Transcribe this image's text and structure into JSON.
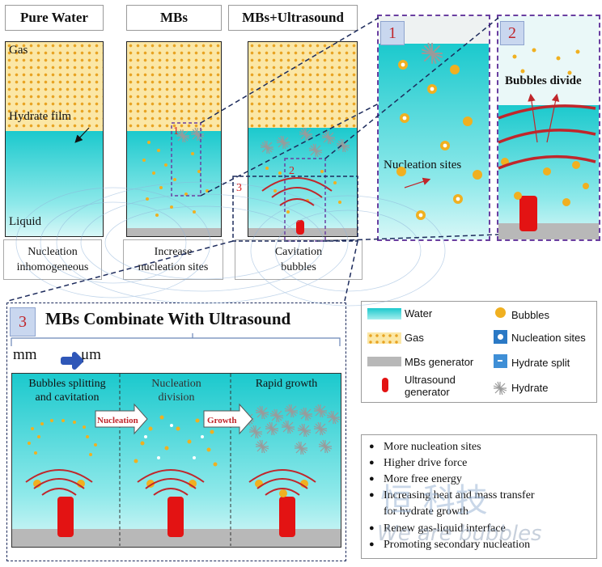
{
  "headers": {
    "pure_water": "Pure Water",
    "mbs": "MBs",
    "mbs_ultrasound": "MBs+Ultrasound"
  },
  "tank1": {
    "gas": "Gas",
    "hydrate_film": "Hydrate film",
    "liquid": "Liquid"
  },
  "captions": {
    "c1_line1": "Nucleation",
    "c1_line2": "inhomogeneous",
    "c2_line1": "Increase",
    "c2_line2": "nucleation sites",
    "c3_line1": "Cavitation",
    "c3_line2": "bubbles"
  },
  "markers": {
    "one": "1",
    "two": "2",
    "three": "3"
  },
  "zoom1": {
    "nucleation_sites": "Nucleation sites"
  },
  "zoom2": {
    "bubbles_divide": "Bubbles divide"
  },
  "panel3": {
    "title": "MBs Combinate With Ultrasound",
    "mm": "mm",
    "um": "μm",
    "phase1_line1": "Bubbles splitting",
    "phase1_line2": "and cavitation",
    "phase2_line1": "Nucleation",
    "phase2_line2": "division",
    "phase3": "Rapid growth",
    "arrow1": "Nucleation",
    "arrow2": "Growth"
  },
  "legend": {
    "water": "Water",
    "gas": "Gas",
    "mbs_generator": "MBs generator",
    "ultrasound_generator_line1": "Ultrasound",
    "ultrasound_generator_line2": "generator",
    "bubbles": "Bubbles",
    "nucleation_sites": "Nucleation sites",
    "hydrate_split": "Hydrate split",
    "hydrate": "Hydrate"
  },
  "effects": [
    "More nucleation sites",
    "Higher drive force",
    "More free energy",
    "Increasing heat and mass transfer",
    "for hydrate growth",
    "Renew gas-liquid interface",
    "Promoting secondary nucleation"
  ],
  "watermark": {
    "chinese": "恒 科技",
    "english": "We are bubbles"
  },
  "colors": {
    "water": "#1bc9cd",
    "gas_dots": "#e8a322",
    "generator": "#e31313",
    "accent_red": "#c0262b",
    "purple_dash": "#6a3fa0",
    "navy_dash": "#1d2b5c"
  }
}
